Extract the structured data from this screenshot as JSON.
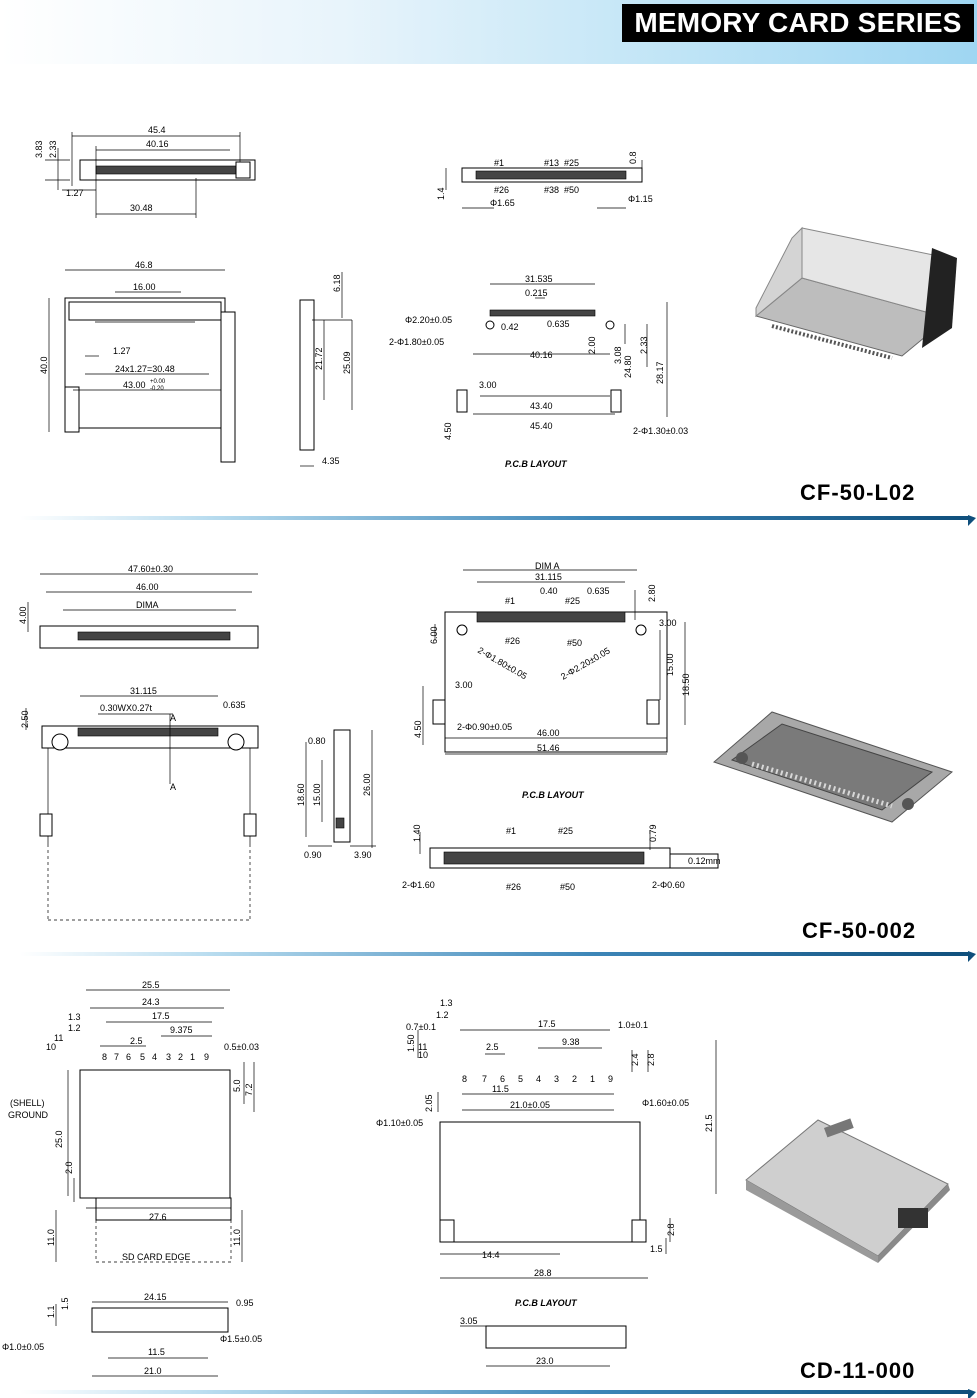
{
  "header": {
    "title": "MEMORY CARD SERIES"
  },
  "sections": [
    {
      "model": "CF-50-L02",
      "pcb_layout_label": "P.C.B LAYOUT",
      "dims_top_view": [
        "45.4",
        "40.16",
        "30.48",
        "1.27",
        "3.83",
        "2.33"
      ],
      "dims_pin_view": [
        "#1",
        "#13",
        "#25",
        "#26",
        "#38",
        "#50",
        "0.8",
        "1.4",
        "Φ1.65",
        "Φ1.15"
      ],
      "dims_front_view": [
        "46.8",
        "16.00",
        "1.27",
        "24x1.27=30.48",
        "43.00",
        "+0.00",
        "-0.20",
        "40.0"
      ],
      "dims_side_view": [
        "6.18",
        "21.72",
        "25.09",
        "4.35"
      ],
      "dims_pcb": [
        "31.535",
        "0.215",
        "Φ2.20±0.05",
        "0.42",
        "0.635",
        "2-Φ1.80±0.05",
        "2.00",
        "3.08",
        "2.33",
        "40.16",
        "24.80",
        "28.17",
        "3.00",
        "43.40",
        "45.40",
        "4.50",
        "2-Φ1.30±0.03"
      ]
    },
    {
      "model": "CF-50-002",
      "pcb_layout_label": "P.C.B LAYOUT",
      "dims_top_view": [
        "47.60±0.30",
        "46.00",
        "DIMA",
        "4.00"
      ],
      "dims_front_view": [
        "31.115",
        "0.30WX0.27t",
        "A",
        "0.635",
        "2.50",
        "A"
      ],
      "dims_side_view": [
        "0.80",
        "18.60",
        "15.00",
        "26.00",
        "0.90",
        "3.90"
      ],
      "dims_pcb": [
        "DIM A",
        "31.115",
        "0.40",
        "0.635",
        "2.80",
        "#1",
        "#25",
        "3.00",
        "6.00",
        "#26",
        "#50",
        "2-Φ1.80±0.05",
        "2-Φ2.20±0.05",
        "15.00",
        "18.50",
        "3.00",
        "4.50",
        "2-Φ0.90±0.05",
        "46.00",
        "51.46"
      ],
      "dims_pin_view": [
        "#1",
        "#25",
        "1.40",
        "0.79",
        "0.12mm",
        "2-Φ1.60",
        "#26",
        "#50",
        "2-Φ0.60"
      ]
    },
    {
      "model": "CD-11-000",
      "pcb_layout_label": "P.C.B LAYOUT",
      "dims_top_view": [
        "25.5",
        "24.3",
        "17.5",
        "1.3",
        "1.2",
        "9.375",
        "11",
        "10",
        "2.5",
        "0.5±0.03",
        "8",
        "7",
        "6",
        "5",
        "4",
        "3",
        "2",
        "1",
        "9",
        "5.0",
        "7.2",
        "(SHELL)",
        "GROUND",
        "25.0",
        "2.0",
        "27.6",
        "11.0",
        "11.0",
        "SD CARD EDGE"
      ],
      "dims_front_view": [
        "24.15",
        "0.95",
        "1.5",
        "1.1",
        "Φ1.0±0.05",
        "Φ1.5±0.05",
        "11.5",
        "21.0"
      ],
      "dims_pcb": [
        "1.3",
        "1.2",
        "17.5",
        "0.7±0.1",
        "1.0±0.1",
        "11",
        "1.50",
        "10",
        "2.5",
        "9.38",
        "2.4",
        "2.8",
        "8",
        "7",
        "6",
        "5",
        "4",
        "3",
        "2",
        "1",
        "9",
        "11.5",
        "2.05",
        "21.0±0.05",
        "Φ1.60±0.05",
        "Φ1.10±0.05",
        "21.5",
        "2.8",
        "1.5",
        "14.4",
        "28.8"
      ],
      "dims_side_view": [
        "3.05",
        "23.0"
      ]
    }
  ],
  "colors": {
    "header_black": "#000000",
    "divider_blue": "#0f4f7c",
    "header_light_blue": "#9fd6f2"
  }
}
